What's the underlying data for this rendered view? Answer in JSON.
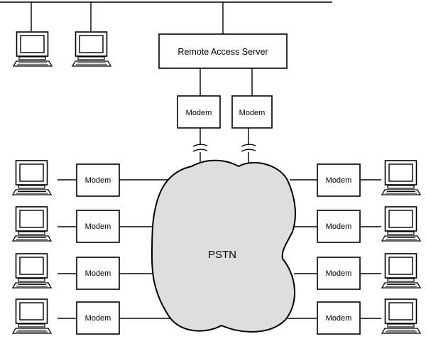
{
  "server": {
    "label": "Remote Access Server"
  },
  "rack_modems": [
    {
      "label": "Modem"
    },
    {
      "label": "Modem"
    }
  ],
  "network": {
    "label": "PSTN"
  },
  "left_modems": [
    {
      "label": "Modem"
    },
    {
      "label": "Modem"
    },
    {
      "label": "Modem"
    },
    {
      "label": "Modem"
    }
  ],
  "right_modems": [
    {
      "label": "Modem"
    },
    {
      "label": "Modem"
    },
    {
      "label": "Modem"
    },
    {
      "label": "Modem"
    }
  ],
  "colors": {
    "cloud_fill": "#dedede",
    "line": "#000000",
    "background": "#ffffff"
  }
}
